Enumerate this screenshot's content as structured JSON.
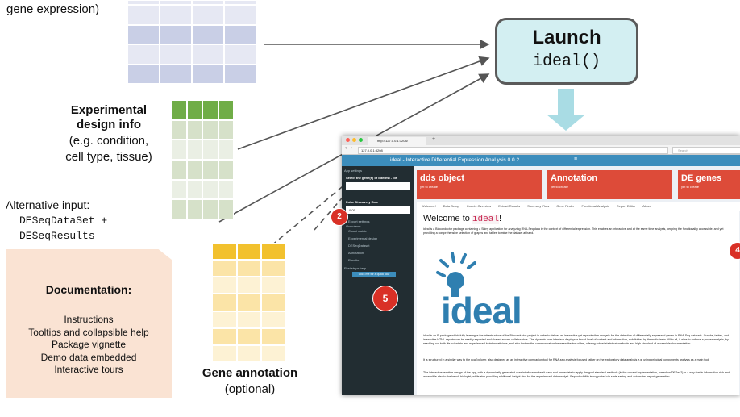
{
  "top_label": "gene expression)",
  "launch": {
    "title": "Launch",
    "call": "ideal()"
  },
  "design": {
    "title_line1": "Experimental",
    "title_line2": "design info",
    "sub1": "(e.g. condition,",
    "sub2": "cell type, tissue)"
  },
  "alt": {
    "line1": "Alternative input:",
    "line2": "DESeqDataSet +",
    "line3": "DESeqResults"
  },
  "docs": {
    "title": "Documentation:",
    "items": [
      "Instructions",
      "Tooltips and collapsible help",
      "Package vignette",
      "Demo data embedded",
      "Interactive tours"
    ]
  },
  "annotation": {
    "title": "Gene annotation",
    "sub": "(optional)"
  },
  "colors": {
    "expr_grid": [
      "#c9cfe6",
      "#e6e8f3"
    ],
    "design_head": "#70ad47",
    "design_cells": [
      "#d6e1c9",
      "#eaefe4"
    ],
    "anno_head": "#f2c12e",
    "anno_cells": [
      "#fbe4a7",
      "#fdf2d4"
    ],
    "launch_bg": "#d3eff2",
    "docs_bg": "#fae3d3",
    "arrow_down": "#a9dce4"
  },
  "app": {
    "tab_title": "http://127.0.0.1:3208/",
    "address": "127.0.0.1:3208",
    "search": "Search",
    "header_title": "ideal - Interactive Differential Expression AnaLysis 0.0.2",
    "sidebar": {
      "app_settings": "App settings",
      "select_genes": "Select the gene(s) of interest - ids",
      "fdr_label": "False Discovery Rate",
      "fdr_value": "0.05",
      "export_settings": "Export settings",
      "overviews": "Overviews",
      "items": [
        "Count matrix",
        "Experimental design",
        "DESeqDataset",
        "Annotation",
        "Results"
      ],
      "first_steps": "First steps help",
      "tour_button": "Click me for a quick tour"
    },
    "boxes": [
      {
        "title": "dds object",
        "sub": "yet to create"
      },
      {
        "title": "Annotation",
        "sub": "yet to create"
      },
      {
        "title": "DE genes",
        "sub": "yet to create"
      }
    ],
    "tabs": [
      "Welcome!",
      "Data Setup",
      "Counts Overview",
      "Extract Results",
      "Summary Plots",
      "Gene Finder",
      "Functional Analysis",
      "Report Editor",
      "About"
    ],
    "welcome_title": "Welcome to",
    "welcome_code": "ideal",
    "welcome_bang": "!",
    "intro": "ideal is a Bioconductor package containing a Shiny application for analyzing RNA-Seq data in the context of differential expression. This enables an interactive and at the same time analysis, keeping the functionality accessible, and yet providing a comprehensive selection of graphs and tables to mine the dataset at hand.",
    "logo_text": "ideal",
    "para1": "ideal is an R package which fully leverages the infrastructure of the Bioconductor project in order to deliver an interactive yet reproducible analysis for the detection of differentially expressed genes in RNA-Seq datasets. Graphs, tables, and interactive HTML reports can be readily exported and shared across collaborators. The dynamic user interface displays a broad level of content and information, subdivided by thematic tasks. All in all, it aims to enforce a proper analysis, by reaching out both life scientists and experienced bioinformaticians, and also fosters the communication between the two sides, offering robust statistical methods and high standard of accessible documentation.",
    "para2": "It is structured in a similar way to the pcaExplorer, also designed as an interactive companion tool for RNA-seq analysis focused rather on the exploratory data analysis e.g. using principal components analysis as a main tool.",
    "para3": "The interactive/reactive design of the app, with a dynamically generated user interface makes it easy and immediate to apply the gold standard methods (in the current implementation, based on DESeq2) in a way that is information-rich and accessible also to the bench biologist, while also providing additional insight also for the experienced data analyst. Reproducibility is supported via state saving and automated report generation."
  },
  "badges": [
    "2",
    "5",
    "4"
  ]
}
